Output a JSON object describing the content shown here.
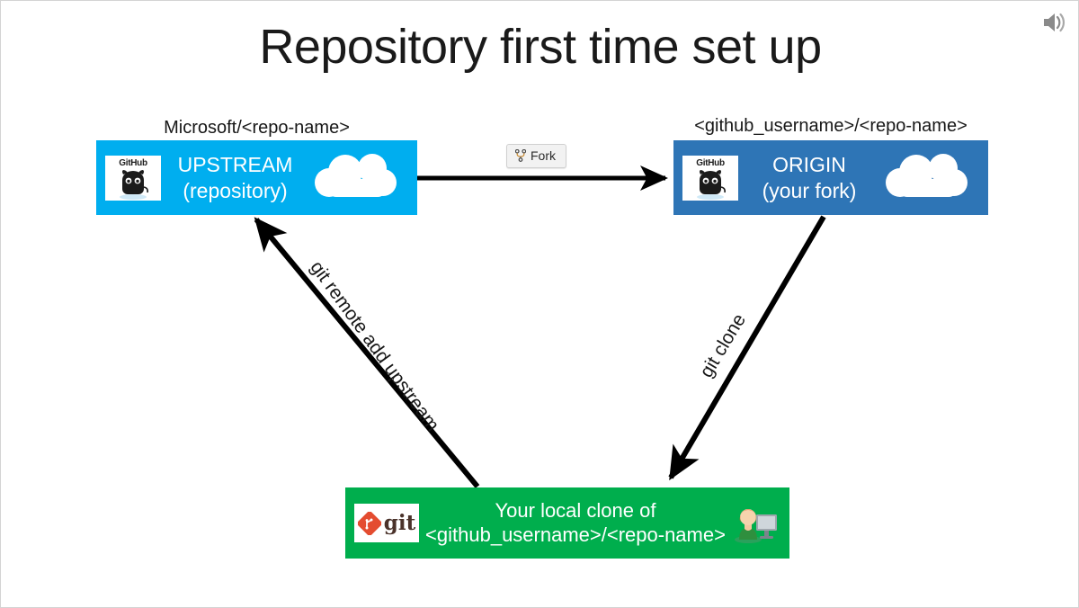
{
  "slide": {
    "title": "Repository first time set up",
    "speaker_icon": "speaker-icon",
    "background_color": "#ffffff",
    "border_color": "#d4d4d4"
  },
  "nodes": {
    "upstream": {
      "caption": "Microsoft/<repo-name>",
      "line1": "UPSTREAM",
      "line2": "(repository)",
      "color": "#00AEEF",
      "logo": "github-logo",
      "logo_text": "GitHub",
      "decoration": "cloud-icon"
    },
    "origin": {
      "caption": "<github_username>/<repo-name>",
      "line1": "ORIGIN",
      "line2": "(your fork)",
      "color": "#2E75B6",
      "logo": "github-logo",
      "logo_text": "GitHub",
      "decoration": "cloud-icon"
    },
    "local": {
      "line1": "Your local clone of",
      "line2": "<github_username>/<repo-name>",
      "color": "#00AE4D",
      "logo": "git-logo",
      "logo_text": "git",
      "decoration": "person-at-computer-icon"
    }
  },
  "edges": {
    "fork": {
      "label": "Fork",
      "icon": "fork-icon",
      "from": "upstream",
      "to": "origin"
    },
    "clone": {
      "label": "git clone",
      "from": "origin",
      "to": "local"
    },
    "remote_add": {
      "label": "git remote add upstream",
      "from": "local",
      "to": "upstream"
    }
  }
}
